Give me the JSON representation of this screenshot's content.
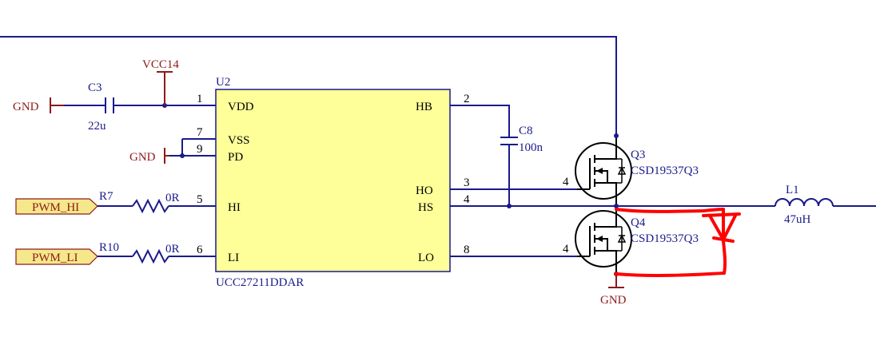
{
  "colors": {
    "wire": "#1a1a8c",
    "label_blue": "#1a1a8c",
    "power": "#8c1a1a",
    "body_fill": "#ffff99",
    "port_fill": "#f5e88a",
    "annotation": "#ff0000"
  },
  "ic": {
    "ref": "U2",
    "part": "UCC27211DDAR",
    "pins_left": [
      {
        "num": "1",
        "name": "VDD"
      },
      {
        "num": "7",
        "name": "VSS"
      },
      {
        "num": "9",
        "name": "PD"
      },
      {
        "num": "5",
        "name": "HI"
      },
      {
        "num": "6",
        "name": "LI"
      }
    ],
    "pins_right": [
      {
        "num": "2",
        "name": "HB"
      },
      {
        "num": "3",
        "name": "HO"
      },
      {
        "num": "4",
        "name": "HS"
      },
      {
        "num": "8",
        "name": "LO"
      }
    ]
  },
  "power": {
    "vcc": "VCC14",
    "gnd": "GND"
  },
  "components": {
    "c3": {
      "ref": "C3",
      "value": "22u"
    },
    "c8": {
      "ref": "C8",
      "value": "100n"
    },
    "r7": {
      "ref": "R7",
      "value": "0R"
    },
    "r10": {
      "ref": "R10",
      "value": "0R"
    },
    "q3": {
      "ref": "Q3",
      "part": "CSD19537Q3",
      "gate_pin": "4"
    },
    "q4": {
      "ref": "Q4",
      "part": "CSD19537Q3",
      "gate_pin": "4"
    },
    "l1": {
      "ref": "L1",
      "value": "47uH"
    }
  },
  "ports": {
    "pwm_hi": "PWM_HI",
    "pwm_li": "PWM_LI"
  }
}
